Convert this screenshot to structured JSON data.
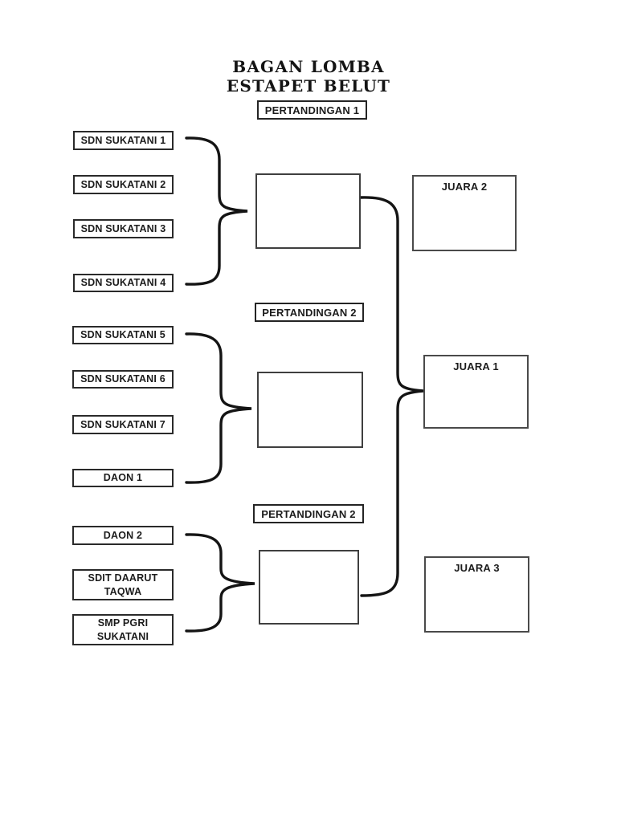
{
  "title": {
    "line1": "BAGAN LOMBA",
    "line2": "ESTAPET BELUT"
  },
  "matches": [
    {
      "label": "PERTANDINGAN 1",
      "teams": [
        "SDN SUKATANI 1",
        "SDN SUKATANI 2",
        "SDN SUKATANI 3",
        "SDN SUKATANI 4"
      ]
    },
    {
      "label": "PERTANDINGAN 2",
      "teams": [
        "SDN SUKATANI 5",
        "SDN SUKATANI 6",
        "SDN SUKATANI 7",
        "DAON 1"
      ]
    },
    {
      "label": "PERTANDINGAN 2",
      "teams": [
        "DAON 2",
        "SDIT DAARUT TAQWA",
        "SMP PGRI SUKATANI"
      ]
    }
  ],
  "results": [
    {
      "label": "JUARA 2"
    },
    {
      "label": "JUARA 1"
    },
    {
      "label": "JUARA 3"
    }
  ],
  "colors": {
    "background": "#ffffff",
    "line": "#141414",
    "text": "#1c1c1c"
  }
}
